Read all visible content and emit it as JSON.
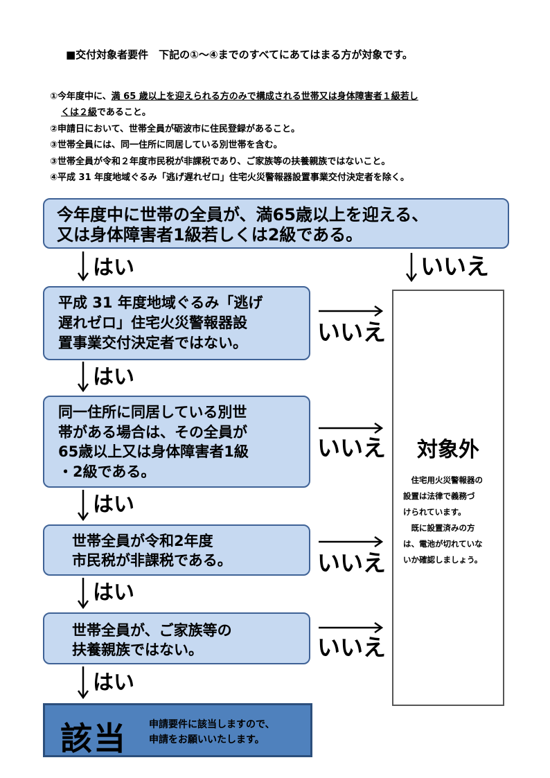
{
  "header": "■交付対象者要件　下記の①～④までのすべてにあてはまる方が対象です。",
  "conditions": {
    "c1_prefix": "①今年度中に、",
    "c1_underlined": "満 65 歳以上を迎えられる方のみで構成される世帯又は身体障害者１級若し",
    "c1_line2_underlined": "くは２級",
    "c1_line2_suffix": "であること。",
    "c2": "②申請日において、世帯全員が砺波市に住民登録があること。",
    "c3a": "③世帯全員には、同一住所に同居している別世帯を含む。",
    "c3b": "③世帯全員が令和２年度市民税が非課税であり、ご家族等の扶養親族ではないこと。",
    "c4": "④平成 31 年度地域ぐるみ「逃げ遅れゼロ」住宅火災警報器設置事業交付決定者を除く。"
  },
  "flow": {
    "q1": "今年度中に世帯の全員が、満65歳以上を迎える、\n又は身体障害者1級若しくは2級である。",
    "q2": "平成 31 年度地域ぐるみ「逃げ\n遅れゼロ」住宅火災警報器設\n置事業交付決定者ではない。",
    "q3": "同一住所に同居している別世\n帯がある場合は、その全員が\n65歳以上又は身体障害者1級\n・2級である。",
    "q4": "世帯全員が令和2年度\n市民税が非課税である。",
    "q5": "世帯全員が、ご家族等の\n扶養親族ではない。",
    "yes": "はい",
    "no": "いいえ"
  },
  "outside": {
    "title": "対象外",
    "note": "　住宅用火災警報器の\n設置は法律で義務づ\nけられています。\n　既に設置済みの方\nは、電池が切れていな\nいか確認しましょう。"
  },
  "result": {
    "title": "該当",
    "message": "申請要件に該当しますので、\n申請をお願いいたします。"
  }
}
